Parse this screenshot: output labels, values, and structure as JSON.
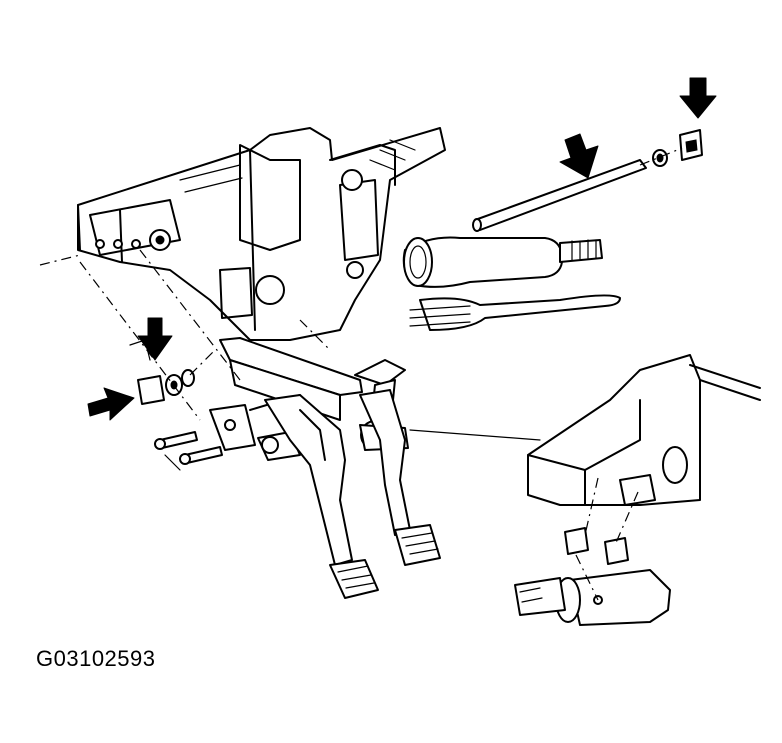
{
  "figure": {
    "id_label": "G03102593"
  },
  "arrows": [
    {
      "name": "arrow-top-right",
      "direction": "down"
    },
    {
      "name": "arrow-rod",
      "direction": "down"
    },
    {
      "name": "arrow-left-top",
      "direction": "down"
    },
    {
      "name": "arrow-left-side",
      "direction": "right"
    }
  ]
}
